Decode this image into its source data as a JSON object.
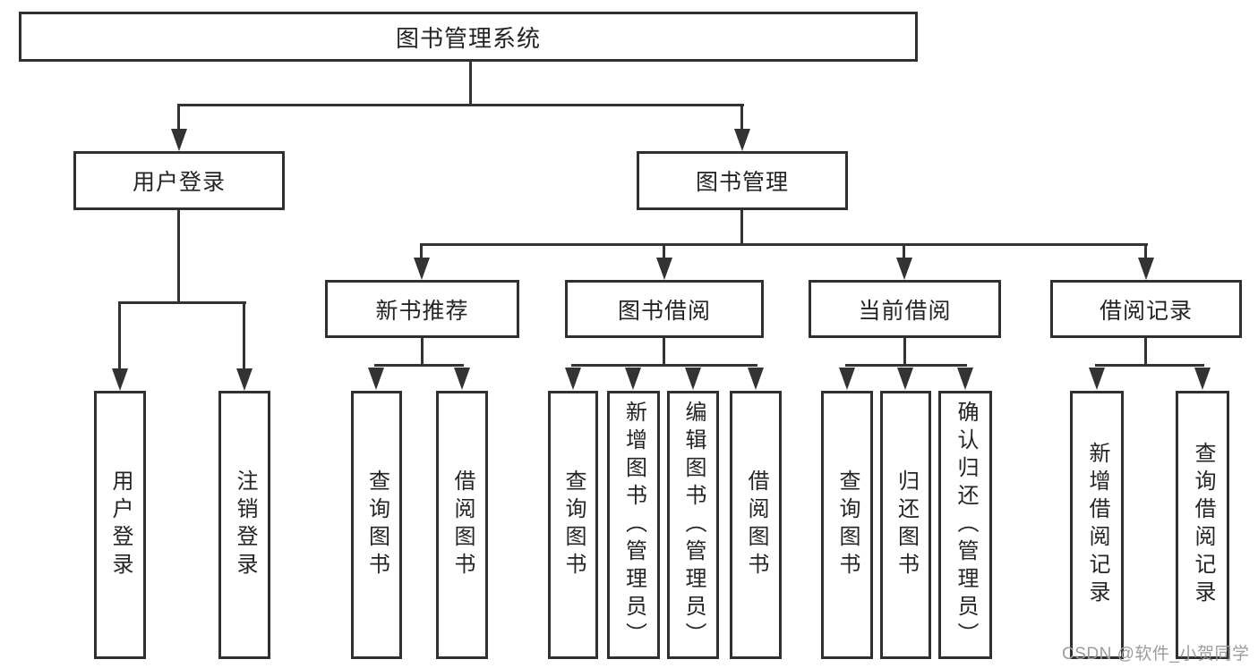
{
  "nodes": {
    "root": {
      "label": "图书管理系统"
    },
    "user_login": {
      "label": "用户登录"
    },
    "book_mgmt": {
      "label": "图书管理"
    },
    "new_books": {
      "label": "新书推荐"
    },
    "book_borrow": {
      "label": "图书借阅"
    },
    "current_borrow": {
      "label": "当前借阅"
    },
    "borrow_records": {
      "label": "借阅记录"
    },
    "ul_login": {
      "label": "用户登录"
    },
    "ul_logout": {
      "label": "注销登录"
    },
    "nb_query": {
      "label": "查询图书"
    },
    "nb_borrow": {
      "label": "借阅图书"
    },
    "bb_query": {
      "label": "查询图书"
    },
    "bb_add": {
      "label": "新增图书（管理员）"
    },
    "bb_edit": {
      "label": "编辑图书（管理员）"
    },
    "bb_borrow": {
      "label": "借阅图书"
    },
    "cb_query": {
      "label": "查询图书"
    },
    "cb_return": {
      "label": "归还图书"
    },
    "cb_confirm": {
      "label": "确认归还（管理员）"
    },
    "br_add": {
      "label": "新增借阅记录"
    },
    "br_query": {
      "label": "查询借阅记录"
    }
  },
  "hierarchy": {
    "root": "图书管理系统",
    "children": [
      {
        "label": "用户登录",
        "children": [
          "用户登录",
          "注销登录"
        ]
      },
      {
        "label": "图书管理",
        "children": [
          {
            "label": "新书推荐",
            "children": [
              "查询图书",
              "借阅图书"
            ]
          },
          {
            "label": "图书借阅",
            "children": [
              "查询图书",
              "新增图书（管理员）",
              "编辑图书（管理员）",
              "借阅图书"
            ]
          },
          {
            "label": "当前借阅",
            "children": [
              "查询图书",
              "归还图书",
              "确认归还（管理员）"
            ]
          },
          {
            "label": "借阅记录",
            "children": [
              "新增借阅记录",
              "查询借阅记录"
            ]
          }
        ]
      }
    ]
  },
  "colors": {
    "line": "#333333",
    "border": "#303030",
    "text": "#242424",
    "background": "#ffffff",
    "watermark": "#9c9c9c"
  },
  "watermark": {
    "text": "CSDN @软件_小贺同学"
  }
}
